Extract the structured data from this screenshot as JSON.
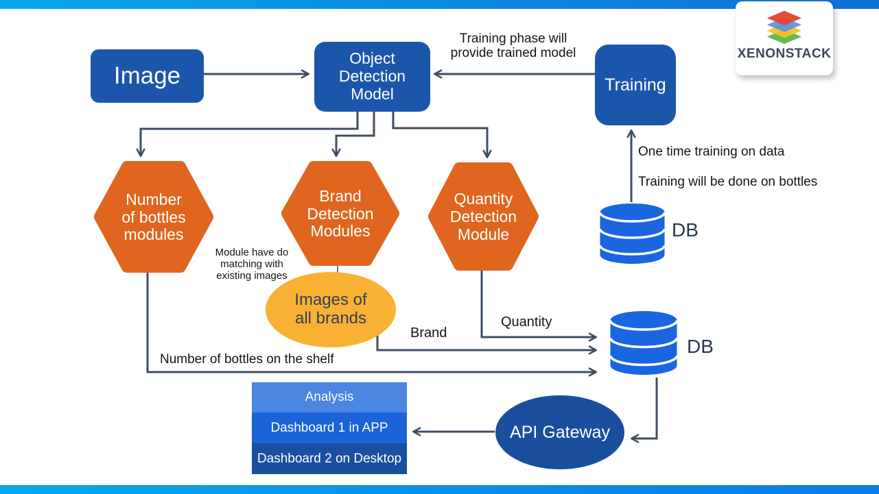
{
  "header": {
    "logo_text": "XENONSTACK"
  },
  "nodes": {
    "image": "Image",
    "object_detection_model": "Object Detection Model",
    "training": "Training",
    "number_of_bottles": "Number of bottles modules",
    "brand_detection": "Brand Detection Modules",
    "quantity_detection": "Quantity Detection Module",
    "images_of_all_brands": "Images of all brands",
    "api_gateway": "API Gateway",
    "db_top": "DB",
    "db_bottom": "DB"
  },
  "annotations": {
    "training_phase": "Training phase will provide trained model",
    "one_time_training": "One time training on data",
    "training_on_bottles": "Training will be done on bottles",
    "module_matching": "Module have do matching with existing images",
    "brand": "Brand",
    "quantity": "Quantity",
    "bottles_on_shelf": "Number of bottles on the shelf"
  },
  "analysis_table": {
    "rows": [
      {
        "label": "Analysis"
      },
      {
        "label": "Dashboard 1 in APP"
      },
      {
        "label": "Dashboard 2 on Desktop"
      }
    ]
  },
  "colors": {
    "box_blue": "#1c56ab",
    "hex_orange": "#e0661f",
    "ellipse_yellow": "#f8b133",
    "cylinder_blue": "#1966e0",
    "api_blue": "#1a4f9d",
    "table_row1": "#4a86e2",
    "table_row2": "#1b63d6",
    "table_row3": "#194f9f",
    "connector": "#3e4d62",
    "top_bar_left": "#08a7ea",
    "top_bar_right": "#0f6fd8"
  }
}
